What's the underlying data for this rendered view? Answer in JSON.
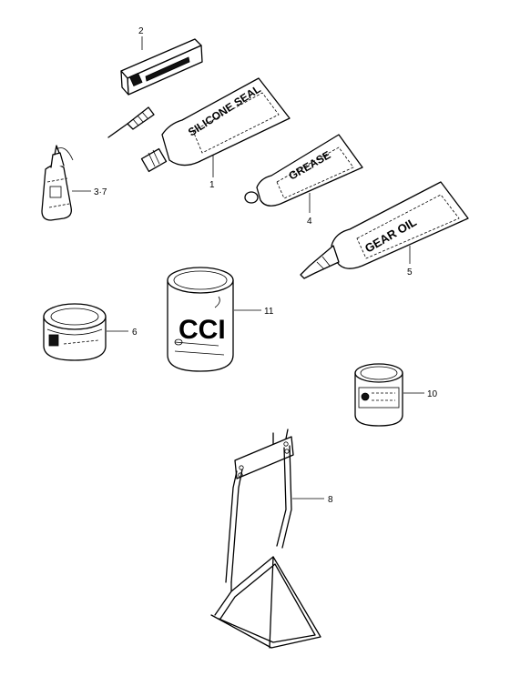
{
  "callouts": {
    "p2": "2",
    "p1": "1",
    "p37": "3·7",
    "p4": "4",
    "p5": "5",
    "p11": "11",
    "p6": "6",
    "p10": "10",
    "p8": "8"
  },
  "product_text": {
    "silicone_seal": "SILICONE SEAL",
    "grease": "GREASE",
    "gear_oil": "GEAR OIL",
    "cci_brand": "CCI"
  }
}
